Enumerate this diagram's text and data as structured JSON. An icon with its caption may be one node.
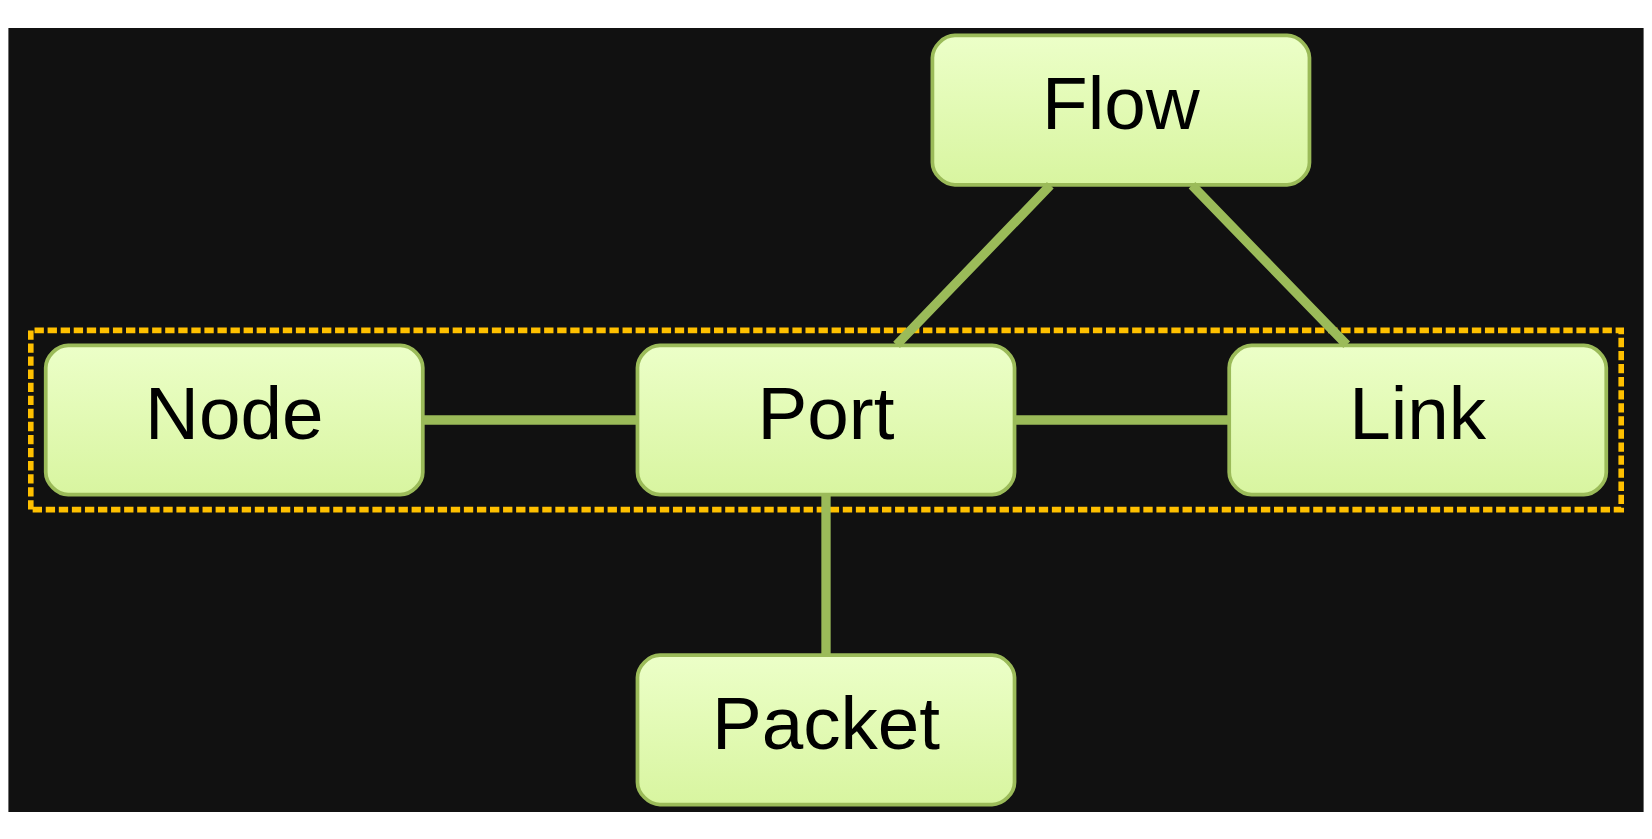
{
  "diagram": {
    "nodes": [
      {
        "text": [
          "Flow"
        ]
      },
      {
        "text": [],
        "shape": "box"
      },
      {
        "text": [
          "Node"
        ],
        "in": 1
      },
      {
        "text": [
          "Port"
        ],
        "in": 1
      },
      {
        "text": [
          "Link"
        ],
        "in": 1
      },
      {
        "text": [
          "Packet"
        ]
      }
    ],
    "edges": [
      {
        "from": 0,
        "to": 3,
        "arrow": "none"
      },
      {
        "from": 0,
        "to": 4,
        "arrow": "none"
      },
      {
        "from": 2,
        "to": 3,
        "arrow": "none"
      },
      {
        "from": 3,
        "to": 4,
        "arrow": "none"
      },
      {
        "from": 3,
        "to": 5,
        "arrow": "none"
      }
    ]
  }
}
